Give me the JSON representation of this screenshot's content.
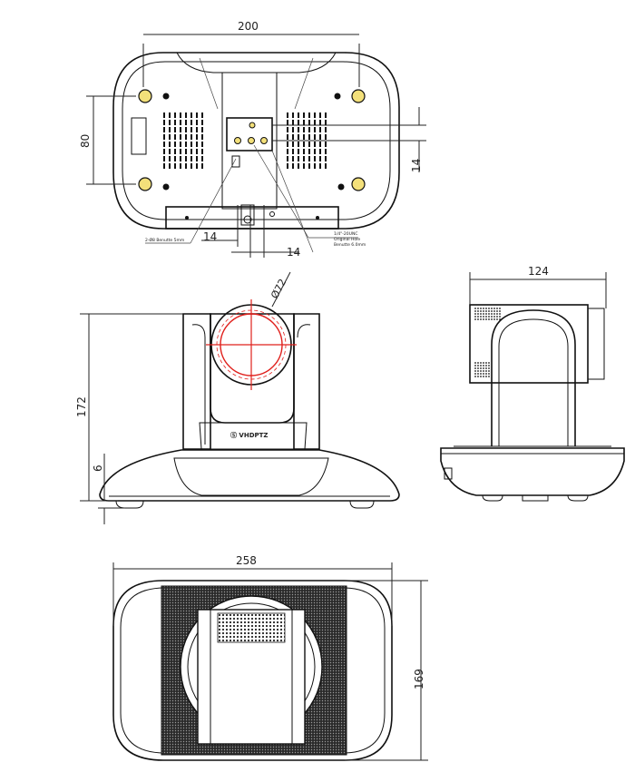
{
  "dimensions": {
    "top_width": "200",
    "top_hole_spacing": "80",
    "top_offset_right": "14",
    "top_offset_bottom_left": "14",
    "top_offset_bottom_right": "14",
    "lens_diameter": "Ø72",
    "front_height": "172",
    "front_base": "6",
    "side_depth": "124",
    "bottom_width": "258",
    "bottom_depth": "169"
  },
  "callouts": {
    "left": "2-Ø8 Benutte 5mm",
    "right_1": "1/4\"-20UNC",
    "right_2": "Original Hole",
    "right_3": "Benutte 6.0mm"
  },
  "brand": "Ⓢ VHDPTZ",
  "colors": {
    "line": "#111111",
    "lens_crosshair": "#e0201c",
    "screw_hole": "#f3e07a"
  }
}
